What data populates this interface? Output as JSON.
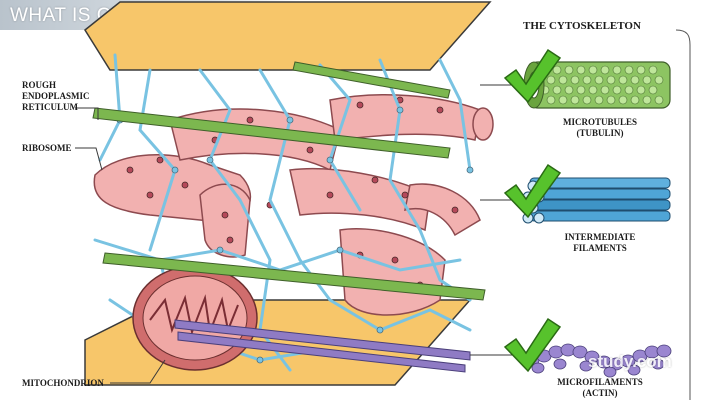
{
  "header": {
    "title": "WHAT IS CYTOSKELETON?"
  },
  "labels": {
    "rough_er": [
      "ROUGH",
      "ENDOPLASMIC",
      "RETICULUM"
    ],
    "ribosome": "RIBOSOME",
    "mitochondrion": "MITOCHONDRION"
  },
  "panel": {
    "title": "THE CYTOSKELETON",
    "items": [
      {
        "name": "MICROTUBULES",
        "sub": "(TUBULIN)"
      },
      {
        "name": "INTERMEDIATE",
        "sub": "FILAMENTS"
      },
      {
        "name": "MICROFILAMENTS",
        "sub": "(ACTIN)"
      }
    ]
  },
  "watermark": "study.com",
  "colors": {
    "plate": "#f7c66a",
    "er_tube": "#f2b1b0",
    "er_edge": "#8d4a4f",
    "mesh": "#79c3e2",
    "microtubule": "#7cb74f",
    "intermediate": "#4fa5d6",
    "actin": "#8f7bc4",
    "mitochondrion": "#d06d6d",
    "check": "#57c22c"
  }
}
